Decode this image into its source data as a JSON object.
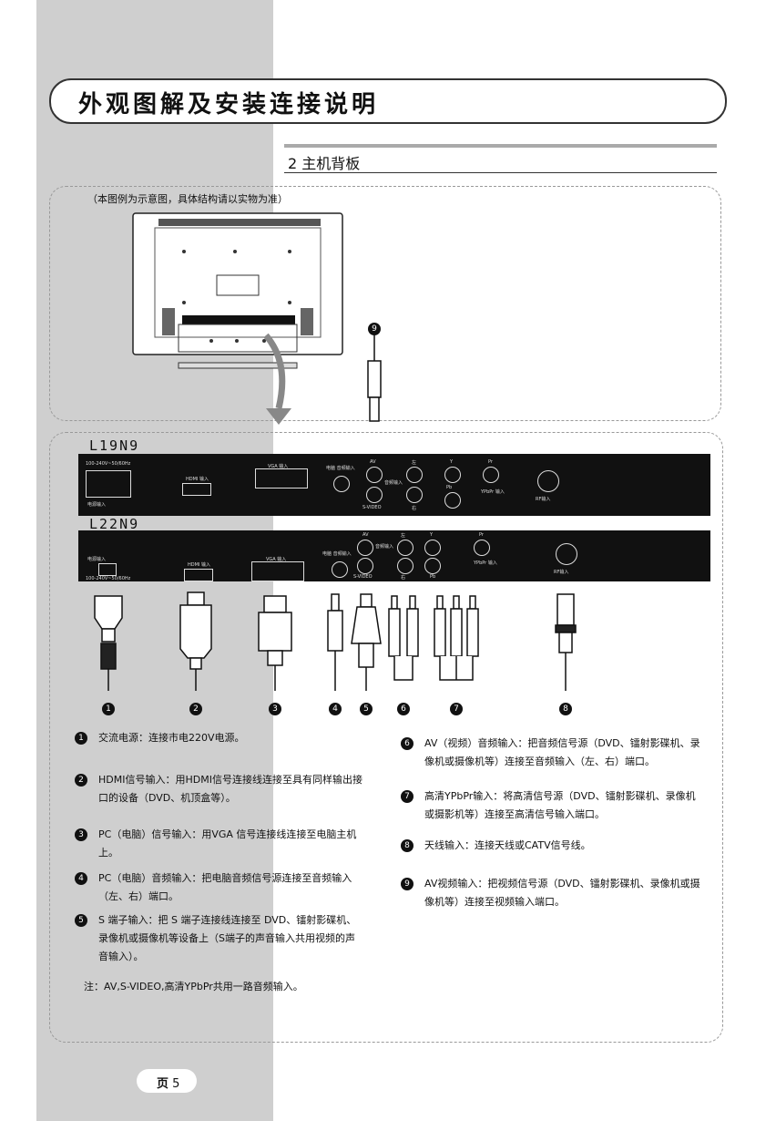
{
  "header": {
    "title": "外观图解及安装连接说明"
  },
  "section": {
    "title": "2 主机背板"
  },
  "illustration": {
    "note": "（本图例为示意图，具体结构请以实物为准）",
    "callout9": "9"
  },
  "panel_l19": {
    "model": "L19N9",
    "power_rating": "100-240V~50/60Hz",
    "power_label": "电源输入",
    "hdmi_label": "HDMI 输入",
    "vga_label": "VGA 输入",
    "pc_audio_label": "电脑 音频输入",
    "av_label": "AV",
    "svideo_label": "S-VIDEO",
    "audio_in_label": "音频输入",
    "left_label": "左",
    "right_label": "右",
    "y_label": "Y",
    "pb_label": "Pb",
    "pr_label": "Pr",
    "ypbpr_label": "YPbPr 输入",
    "rf_label": "RF输入"
  },
  "panel_l22": {
    "model": "L22N9",
    "power_label": "电源输入",
    "power_rating": "100-240V~50/60Hz",
    "hdmi_label": "HDMI 输入",
    "vga_label": "VGA 输入",
    "pc_audio_label": "电脑 音频输入",
    "av_label": "AV",
    "svideo_label": "S-VIDEO",
    "audio_in_label": "音频输入",
    "left_label": "左",
    "right_label": "右",
    "y_label": "Y",
    "pb_label": "Pb",
    "pr_label": "Pr",
    "ypbpr_label": "YPbPr 输入",
    "rf_label": "RF输入"
  },
  "cable_callouts": [
    "1",
    "2",
    "3",
    "4",
    "5",
    "6",
    "7",
    "8"
  ],
  "descriptions": [
    {
      "num": "1",
      "text": "交流电源：连接市电220V电源。"
    },
    {
      "num": "2",
      "text": "HDMI信号输入：用HDMI信号连接线连接至具有同样输出接口的设备（DVD、机顶盒等）。"
    },
    {
      "num": "3",
      "text": "PC（电脑）信号输入：用VGA 信号连接线连接至电脑主机上。"
    },
    {
      "num": "4",
      "text": "PC（电脑）音频输入：把电脑音频信号源连接至音频输入（左、右）端口。"
    },
    {
      "num": "5",
      "text": "S 端子输入：把 S 端子连接线连接至 DVD、镭射影碟机、录像机或摄像机等设备上（S端子的声音输入共用视频的声音输入）。"
    },
    {
      "num": "6",
      "text": "AV（视频）音频输入：把音频信号源（DVD、镭射影碟机、录像机或摄像机等）连接至音频输入（左、右）端口。"
    },
    {
      "num": "7",
      "text": "高清YPbPr输入：将高清信号源（DVD、镭射影碟机、录像机或摄影机等）连接至高清信号输入端口。"
    },
    {
      "num": "8",
      "text": "天线输入：连接天线或CATV信号线。"
    },
    {
      "num": "9",
      "text": "AV视频输入：把视频信号源（DVD、镭射影碟机、录像机或摄像机等）连接至视频输入端口。"
    }
  ],
  "footnote": "注：AV,S-VIDEO,高清YPbPr共用一路音频输入。",
  "page": {
    "label": "页",
    "number": "5"
  }
}
